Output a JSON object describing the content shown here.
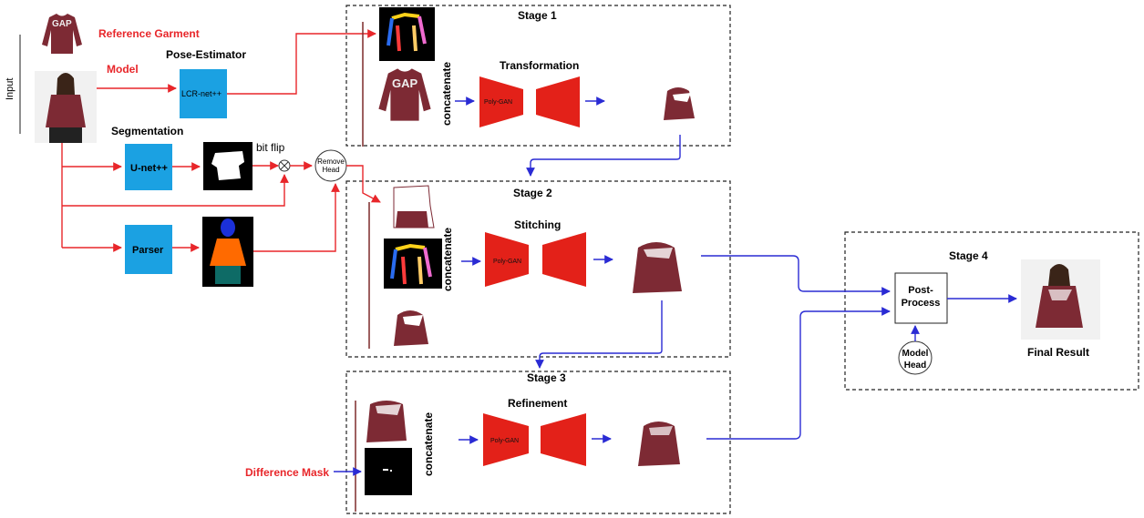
{
  "input": {
    "side_label": "Input"
  },
  "labels": {
    "reference_garment": "Reference Garment",
    "model": "Model",
    "difference_mask": "Difference Mask",
    "final_result": "Final Result",
    "bit_flip": "bit flip"
  },
  "modules": {
    "pose_estimator": {
      "title": "Pose-Estimator",
      "box": "LCR-net++"
    },
    "segmentation": {
      "title": "Segmentation",
      "box": "U-net++"
    },
    "parser": {
      "box": "Parser"
    },
    "remove_head": {
      "line1": "Remove",
      "line2": "Head"
    },
    "post_process": {
      "line1": "Post-",
      "line2": "Process"
    },
    "model_head": {
      "line1": "Model",
      "line2": "Head"
    }
  },
  "stages": [
    {
      "title": "Stage 1",
      "step": "Transformation",
      "concat": "concatenate",
      "gan": "Poly-GAN"
    },
    {
      "title": "Stage 2",
      "step": "Stitching",
      "concat": "concatenate",
      "gan": "Poly-GAN"
    },
    {
      "title": "Stage 3",
      "step": "Refinement",
      "concat": "concatenate",
      "gan": "Poly-GAN"
    },
    {
      "title": "Stage 4"
    }
  ],
  "colors": {
    "red_arrow": "#e8262a",
    "blue_arrow": "#2a2bd4",
    "module_blue": "#1ba1e2",
    "gan_red": "#e32119",
    "garment": "#7d2a34",
    "label_red": "#e8262a"
  },
  "icons": {
    "garment": "maroon-long-sleeve-top-image",
    "model": "model-photo-image",
    "pose": "pose-keypoint-map-image",
    "mask": "binary-mask-image",
    "parse": "parse-segmentation-image",
    "multiply": "circled-times-icon"
  }
}
